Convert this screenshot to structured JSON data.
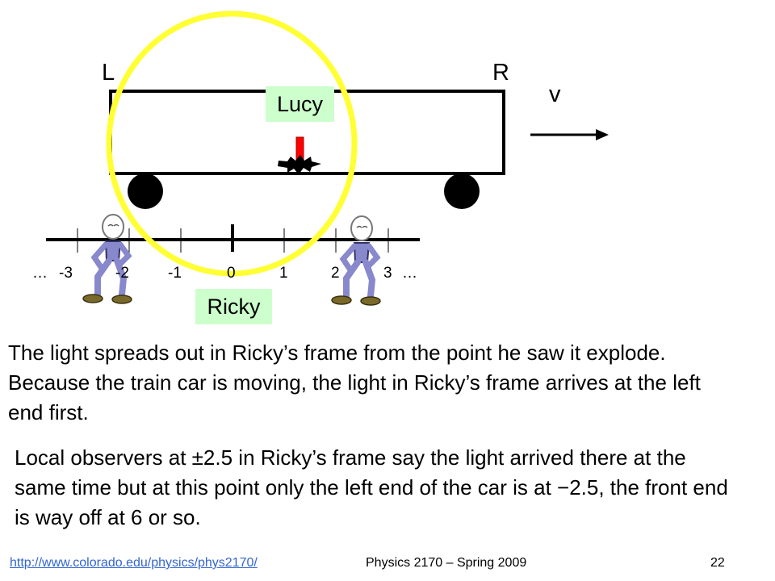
{
  "diagram": {
    "train": {
      "left_label": "L",
      "right_label": "R",
      "velocity_label": "v",
      "occupant_label": "Lucy"
    },
    "observer_label": "Ricky",
    "ruler_ticks": [
      {
        "text": "…"
      },
      {
        "text": "-3"
      },
      {
        "text": "-2"
      },
      {
        "text": "-1"
      },
      {
        "text": "0"
      },
      {
        "text": "1"
      },
      {
        "text": "2"
      },
      {
        "text": "3"
      },
      {
        "text": "…"
      }
    ]
  },
  "paragraphs": [
    "The light spreads out in Ricky’s frame from the point he saw it explode.  Because the train car is moving, the light in Ricky’s frame arrives at the left end first.",
    "Local observers at ±2.5 in Ricky’s frame say the light arrived there at the same time but at this point only the left end of the car is at −2.5, the front end is way off at 6 or so."
  ],
  "footer": {
    "link": "http://www.colorado.edu/physics/phys2170/",
    "course": "Physics 2170 – Spring 2009",
    "page_number": "22"
  },
  "colors": {
    "light_circle": "#ffff33",
    "name_box": "#ccffcc",
    "bomb_red": "#ff0000",
    "link": "#3366cc"
  }
}
